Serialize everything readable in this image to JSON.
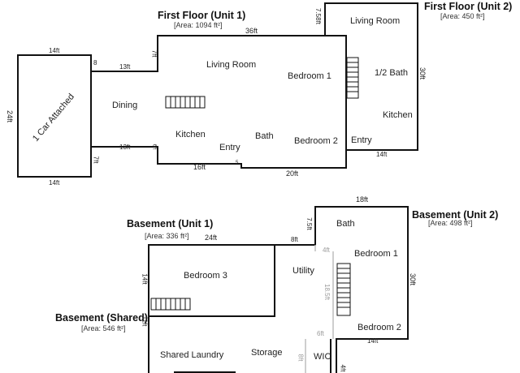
{
  "floor_plan": {
    "first_floor_unit1": {
      "title": "First Floor (Unit 1)",
      "area_label": "[Area: 1094 ft²]",
      "rooms": {
        "living_room": "Living Room",
        "dining": "Dining",
        "kitchen": "Kitchen",
        "entry": "Entry",
        "bath": "Bath",
        "bedroom1": "Bedroom 1",
        "bedroom2": "Bedroom 2",
        "garage": "1 Car Attached"
      },
      "dimensions": {
        "top": "36ft",
        "bottom_left": "16ft",
        "bottom_right": "20ft",
        "dining_top": "13ft",
        "dining_bottom": "13ft",
        "garage_top": "14ft",
        "garage_bottom": "14ft",
        "garage_left": "24ft",
        "step_top": "7ft",
        "step_bottom": "7ft",
        "jog_top": "8",
        "jog_mid": "6ft",
        "jog_bottom": "5"
      }
    },
    "first_floor_unit2": {
      "title": "First Floor (Unit 2)",
      "area_label": "[Area: 450 ft²]",
      "rooms": {
        "living_room": "Living Room",
        "half_bath": "1/2 Bath",
        "kitchen": "Kitchen",
        "entry": "Entry"
      },
      "dimensions": {
        "right": "30ft",
        "bottom": "14ft",
        "left_top": "7.58ft"
      }
    },
    "basement_unit1": {
      "title": "Basement (Unit 1)",
      "area_label": "[Area: 336 ft²]",
      "rooms": {
        "bedroom3": "Bedroom 3"
      },
      "dimensions": {
        "top": "24ft",
        "left": "14ft"
      }
    },
    "basement_unit2": {
      "title": "Basement (Unit 2)",
      "area_label": "[Area: 498 ft²]",
      "rooms": {
        "bath": "Bath",
        "bedroom1": "Bedroom 1",
        "bedroom2": "Bedroom 2"
      },
      "dimensions": {
        "top": "18ft",
        "right": "30ft",
        "bottom": "14ft",
        "left_top": "7.5ft",
        "step": "8ft",
        "stair_top": "4ft",
        "stair_len": "18.5ft",
        "stair_bottom": "6ft",
        "wic_left": "8ft",
        "bottom_left": "4ft"
      }
    },
    "basement_shared": {
      "title": "Basement (Shared)",
      "area_label": "[Area: 546 ft²]",
      "rooms": {
        "shared_laundry": "Shared Laundry",
        "storage": "Storage",
        "utility": "Utility",
        "wic": "WIC"
      },
      "dimensions": {
        "left": "11ft"
      }
    }
  }
}
